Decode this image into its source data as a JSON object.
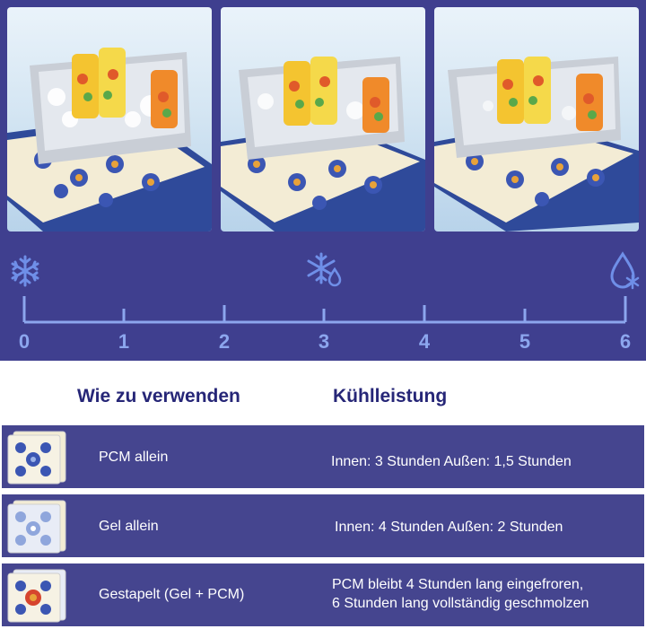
{
  "timeline": {
    "ticks": [
      "0",
      "1",
      "2",
      "3",
      "4",
      "5",
      "6"
    ],
    "icons": [
      "snowflake-icon",
      "snowflake-melting-icon",
      "water-drop-snowflake-icon"
    ]
  },
  "table": {
    "headers": {
      "method": "Wie zu verwenden",
      "performance": "Kühlleistung"
    },
    "rows": [
      {
        "method": "PCM allein",
        "performance": "Innen: 3 Stunden  Außen: 1,5 Stunden"
      },
      {
        "method": "Gel allein",
        "performance": "Innen: 4 Stunden  Außen: 2 Stunden"
      },
      {
        "method": "Gestapelt (Gel + PCM)",
        "performance_line1": "PCM bleibt 4 Stunden lang eingefroren,",
        "performance_line2": "6 Stunden lang vollständig geschmolzen"
      }
    ]
  },
  "colors": {
    "band": "#3f3f8f",
    "row": "#45458f",
    "timeline": "#8ca6ee",
    "header": "#262677"
  }
}
